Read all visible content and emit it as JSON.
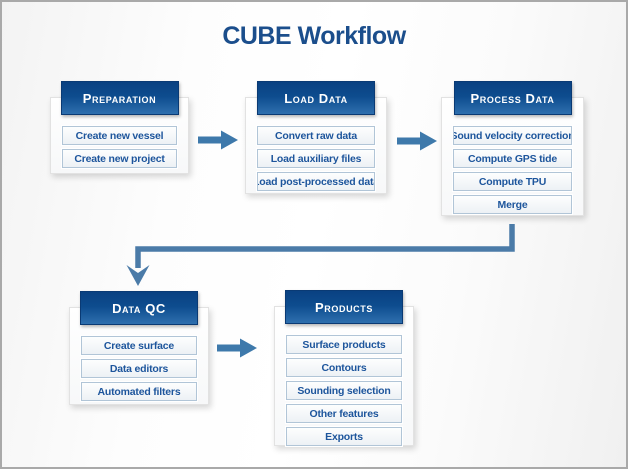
{
  "title": "CUBE Workflow",
  "groups": [
    {
      "label": "Preparation",
      "items": [
        "Create new vessel",
        "Create new project"
      ]
    },
    {
      "label": "Load Data",
      "items": [
        "Convert raw data",
        "Load auxiliary files",
        "Load post-processed data"
      ]
    },
    {
      "label": "Process Data",
      "items": [
        "Sound velocity correction",
        "Compute GPS tide",
        "Compute TPU",
        "Merge"
      ]
    },
    {
      "label": "Data QC",
      "items": [
        "Create surface",
        "Data editors",
        "Automated filters"
      ]
    },
    {
      "label": "Products",
      "items": [
        "Surface products",
        "Contours",
        "Sounding selection",
        "Other features",
        "Exports"
      ]
    }
  ],
  "colors": {
    "header_blue_top": "#0a4182",
    "header_blue_bottom": "#2e6fae",
    "title_blue": "#1b4e8c",
    "item_text_blue": "#1d559c",
    "arrow_blue": "#3e79ab",
    "connector_blue": "#4b7ba8",
    "frame_border_gray": "#a9a9a9"
  }
}
